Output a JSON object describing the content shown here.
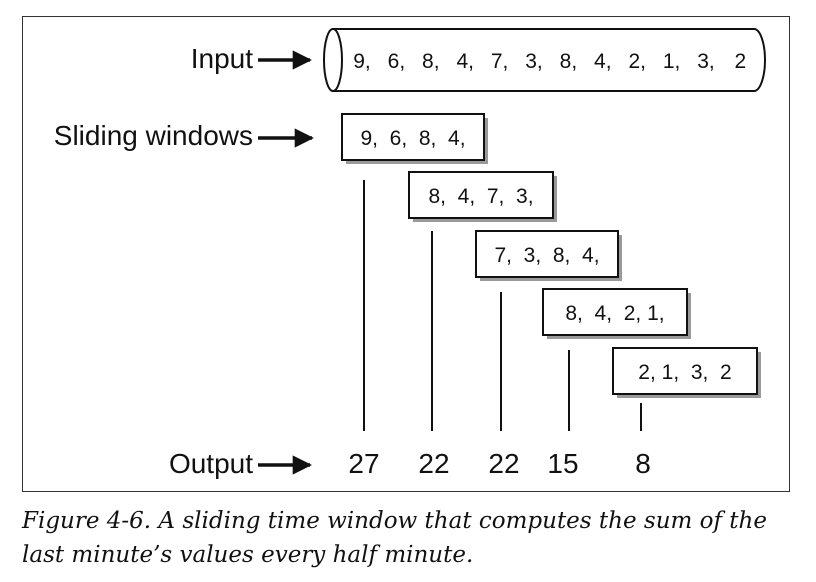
{
  "labels": {
    "input": "Input",
    "sliding_windows": "Sliding windows",
    "output": "Output"
  },
  "input_stream": [
    "9",
    "6",
    "8",
    "4",
    "7",
    "3",
    "8",
    "4",
    "2",
    "1",
    "3",
    "2"
  ],
  "windows": [
    {
      "text": "9,  6,  8,  4,"
    },
    {
      "text": "8,  4,  7,  3,"
    },
    {
      "text": "7,  3,  8,  4,"
    },
    {
      "text": "8,  4,  2, 1,"
    },
    {
      "text": "2, 1,  3,  2"
    }
  ],
  "outputs": [
    "27",
    "22",
    "22",
    "15",
    "8"
  ],
  "caption": "Figure 4-6. A sliding time window that computes the sum of the last minute’s values every half minute."
}
